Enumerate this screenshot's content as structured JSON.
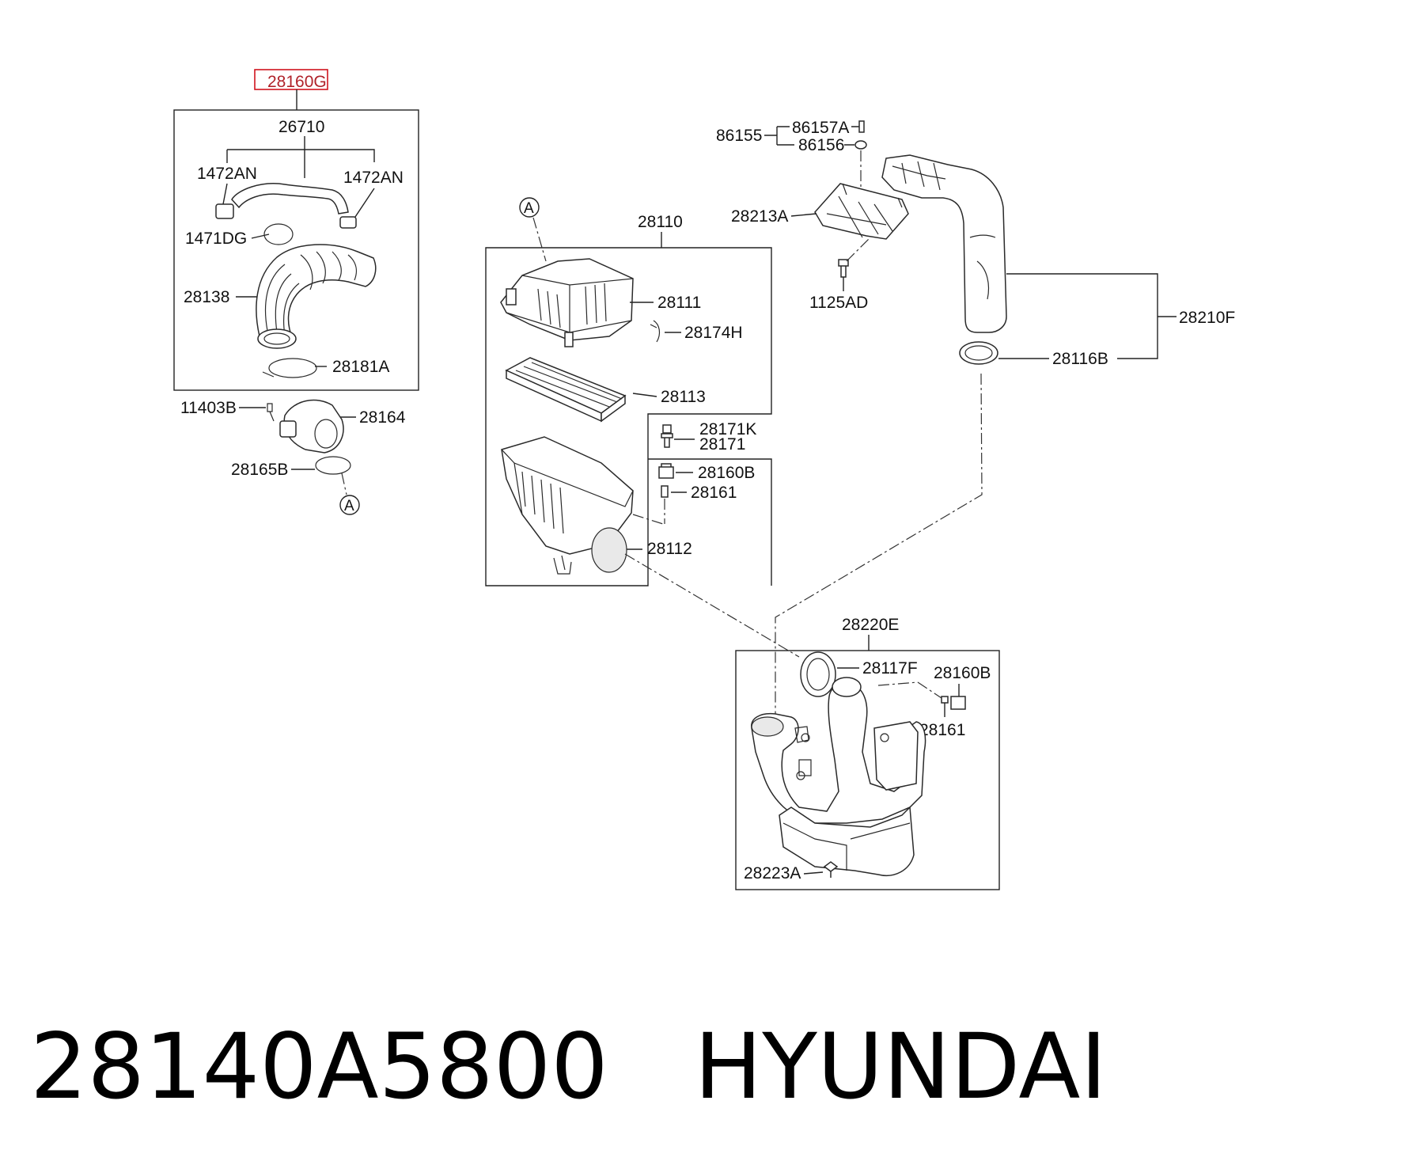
{
  "highlight": {
    "part_number": "28160G",
    "color": "#d0141e"
  },
  "labels": {
    "p26710": "26710",
    "p1472an_left": "1472AN",
    "p1472an_right": "1472AN",
    "p1471dg": "1471DG",
    "p28138": "28138",
    "p28181a": "28181A",
    "p11403b": "11403B",
    "p28164": "28164",
    "p28165b": "28165B",
    "ref_a_bottom": "A",
    "ref_a_top": "A",
    "p28110": "28110",
    "p28111": "28111",
    "p28174h": "28174H",
    "p28113": "28113",
    "p28171k": "28171K",
    "p28171": "28171",
    "p28160b_mid": "28160B",
    "p28161_mid": "28161",
    "p28112": "28112",
    "p86155": "86155",
    "p86157a": "86157A",
    "p86156": "86156",
    "p28213a": "28213A",
    "p1125ad": "1125AD",
    "p28210f": "28210F",
    "p28116b": "28116B",
    "p28220e": "28220E",
    "p28117f": "28117F",
    "p28160b_right": "28160B",
    "p28161_right": "28161",
    "p28223a": "28223A"
  },
  "footer": {
    "part_code": "28140A5800",
    "brand": "HYUNDAI"
  }
}
